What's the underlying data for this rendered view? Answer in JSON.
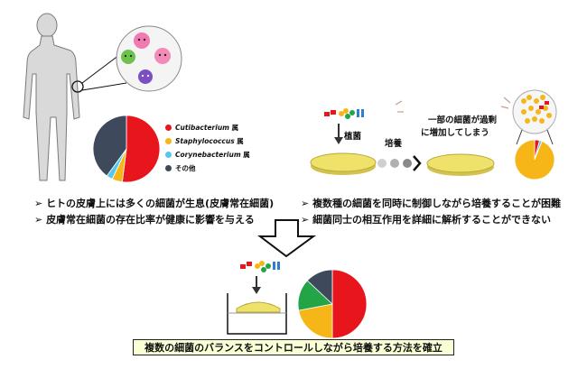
{
  "left_pie": {
    "legend": [
      {
        "name": "Cutibacterium",
        "suffix": " 属",
        "italic": true,
        "color": "#e8161c"
      },
      {
        "name": "Staphylococcus",
        "suffix": " 属",
        "italic": true,
        "color": "#f7b617"
      },
      {
        "name": "Corynebacterium",
        "suffix": " 属",
        "italic": true,
        "color": "#55c7ee"
      },
      {
        "name": "その他",
        "suffix": "",
        "italic": false,
        "color": "#3e4a5c"
      }
    ],
    "values": [
      0.52,
      0.05,
      0.03,
      0.4
    ]
  },
  "right_panel": {
    "inoculate_label": "植菌",
    "culture_label": "培養",
    "overgrowth_line1": "一部の細菌が過剰",
    "overgrowth_line2": "に増加してしまう",
    "pie_values": [
      0.04,
      0.02,
      0.94
    ]
  },
  "bullets_left": [
    "ヒトの皮膚上には多くの細菌が生息(皮膚常在細菌)",
    "皮膚常在細菌の存在比率が健康に影響を与える"
  ],
  "bullets_right": [
    "複数種の細菌を同時に制御しながら培養することが困難",
    "細菌同士の相互作用を詳細に解析することができない"
  ],
  "bottom_pie": {
    "values": [
      0.5,
      0.22,
      0.15,
      0.13
    ]
  },
  "conclusion": "複数の細菌のバランスをコントロールしながら培養する方法を確立",
  "colors": {
    "red": "#e8161c",
    "yellow": "#f7b617",
    "cyan": "#55c7ee",
    "green": "#22a447",
    "dark": "#3e4a5c",
    "agar": "#efe26a"
  }
}
